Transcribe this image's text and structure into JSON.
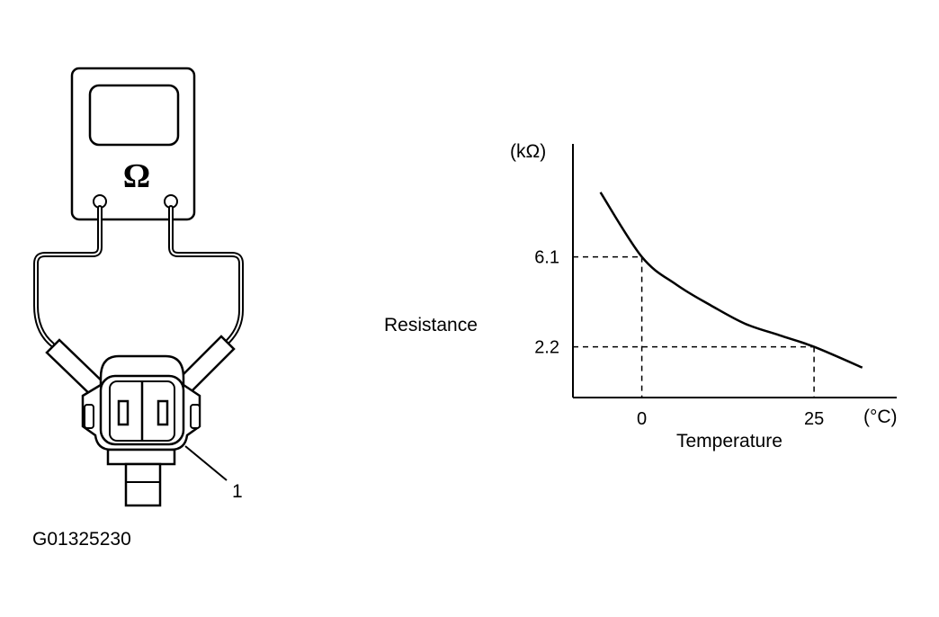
{
  "meter": {
    "symbol": "Ω"
  },
  "callout": {
    "number": "1"
  },
  "figure_code": "G01325230",
  "chart_data": {
    "type": "line",
    "xlabel": "Temperature",
    "ylabel": "Resistance",
    "x_unit": "(°C)",
    "y_unit": "(kΩ)",
    "x_ticks": [
      "0",
      "25"
    ],
    "y_ticks": [
      "6.1",
      "2.2"
    ],
    "series": [
      {
        "x": [
          -6,
          0,
          5,
          10,
          15,
          20,
          25,
          32
        ],
        "y": [
          8.9,
          6.1,
          4.9,
          4.0,
          3.2,
          2.7,
          2.2,
          1.3
        ]
      }
    ],
    "reference_points": [
      {
        "x": 0,
        "y": 6.1
      },
      {
        "x": 25,
        "y": 2.2
      }
    ],
    "xlim": [
      -10,
      37
    ],
    "ylim": [
      0,
      11
    ],
    "grid": false
  }
}
